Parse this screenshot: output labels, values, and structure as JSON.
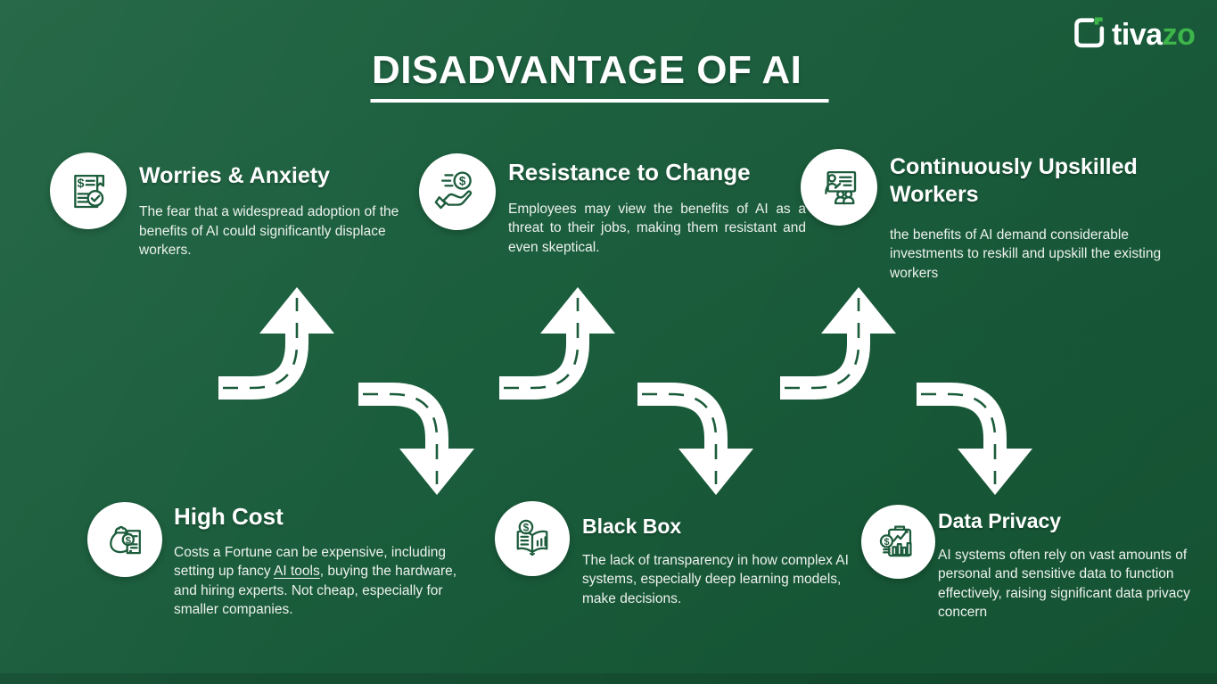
{
  "brand": {
    "name_primary": "tiva",
    "name_accent": "zo"
  },
  "title": "DISADVANTAGE OF AI",
  "colors": {
    "background_green": "#1b5c3a",
    "accent_green": "#3db54a",
    "icon_stroke_green": "#1d5c3c",
    "heading_white": "#ffffff",
    "body_text": "#edf2ed"
  },
  "items": [
    {
      "id": "worries-anxiety",
      "icon": "document-dollar-check-icon",
      "title": "Worries & Anxiety",
      "body": "The fear that a widespread adoption of the benefits of AI could significantly displace workers."
    },
    {
      "id": "resistance-to-change",
      "icon": "hand-receiving-coin-icon",
      "title": "Resistance to Change",
      "body": "Employees may view the benefits of AI as a threat to their jobs, making them resistant and even skeptical."
    },
    {
      "id": "continuously-upskilled-workers",
      "icon": "training-presentation-icon",
      "title": "Continuously Upskilled Workers",
      "body": "the benefits of AI demand considerable investments to reskill and upskill the existing workers"
    },
    {
      "id": "high-cost",
      "icon": "money-bag-receipt-icon",
      "title": "High Cost",
      "body_prefix": "Costs a Fortune can be expensive, including setting up fancy ",
      "body_link": "AI tools",
      "body_suffix": ", buying the hardware, and hiring experts. Not cheap, especially for smaller companies."
    },
    {
      "id": "black-box",
      "icon": "open-book-chart-icon",
      "title": "Black Box",
      "body": "The lack of transparency in how complex AI systems, especially deep learning models, make decisions."
    },
    {
      "id": "data-privacy",
      "icon": "clipboard-analytics-icon",
      "title": "Data Privacy",
      "body": "AI systems often rely on vast amounts of personal and sensitive data to function effectively, raising significant data privacy concern"
    }
  ]
}
